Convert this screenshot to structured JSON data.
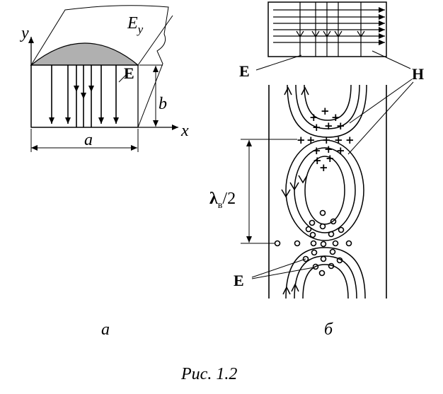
{
  "panel_a": {
    "axis_y": "y",
    "axis_x": "x",
    "field_label": "E",
    "field_sub": "y",
    "vector_label": "E",
    "dim_a": "a",
    "dim_b": "b",
    "caption": "а"
  },
  "panel_b": {
    "label_e_top": "E",
    "label_h": "H",
    "lambda_symbol": "λ",
    "lambda_sub": "в",
    "lambda_tail": "/2",
    "label_e_bottom": "E",
    "caption": "б"
  },
  "figure_caption": "Рис. 1.2"
}
